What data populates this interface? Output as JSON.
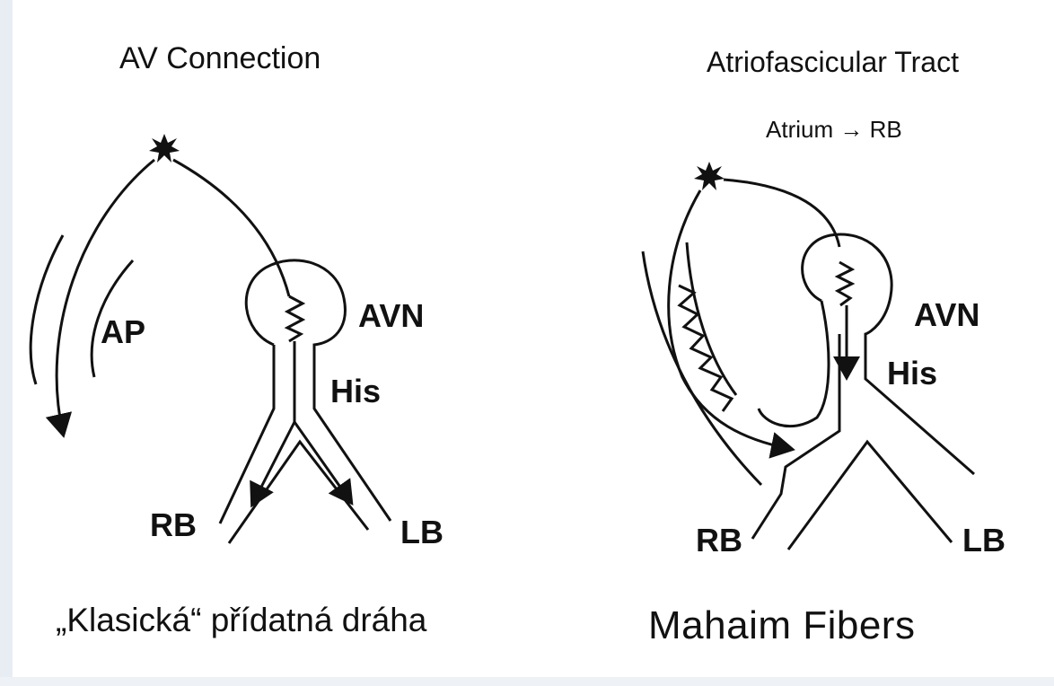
{
  "left_panel": {
    "title": "AV Connection",
    "labels": {
      "ap": "AP",
      "avn": "AVN",
      "his": "His",
      "rb": "RB",
      "lb": "LB"
    },
    "caption": "„Klasická“ přídatná dráha"
  },
  "right_panel": {
    "title": "Atriofascicular Tract",
    "subtitle": "Atrium → RB",
    "labels": {
      "avn": "AVN",
      "his": "His",
      "rb": "RB",
      "lb": "LB"
    },
    "caption": "Mahaim Fibers"
  },
  "colors": {
    "ink": "#111111",
    "background": "#ffffff",
    "edge": "#e8edf4"
  }
}
